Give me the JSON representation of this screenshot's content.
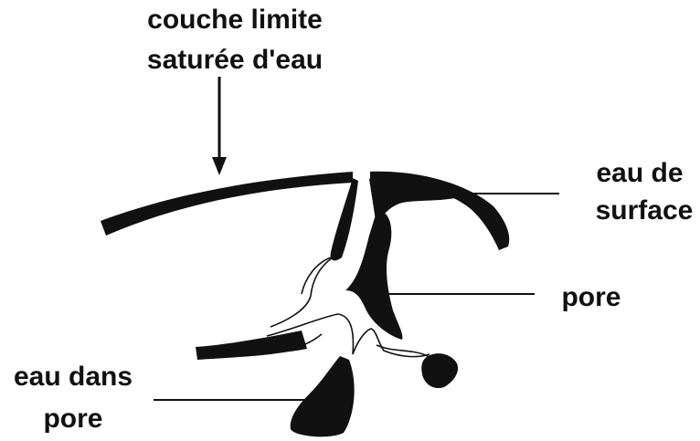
{
  "labels": {
    "boundary_line1": "couche limite",
    "boundary_line2": "saturée d'eau",
    "surface_line1": "eau de",
    "surface_line2": "surface",
    "pore": "pore",
    "pore_water_line1": "eau dans",
    "pore_water_line2": "pore"
  },
  "colors": {
    "ink": "#111111",
    "background": "#ffffff"
  }
}
